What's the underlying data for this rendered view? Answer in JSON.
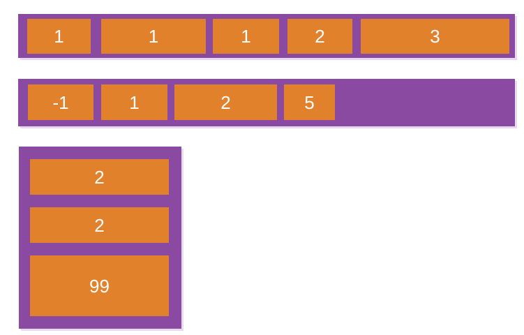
{
  "colors": {
    "container_purple": "#8a4aa1",
    "item_orange": "#e2812c",
    "label_text": "#ffffff",
    "container_shadow": "#e6d9f0",
    "page_background": "#ffffff"
  },
  "diagram": {
    "containers": [
      {
        "items": [
          "1",
          "1",
          "1",
          "2",
          "3"
        ]
      },
      {
        "items": [
          "-1",
          "1",
          "2",
          "5"
        ]
      },
      {
        "items": [
          "2",
          "2",
          "99"
        ]
      }
    ]
  }
}
